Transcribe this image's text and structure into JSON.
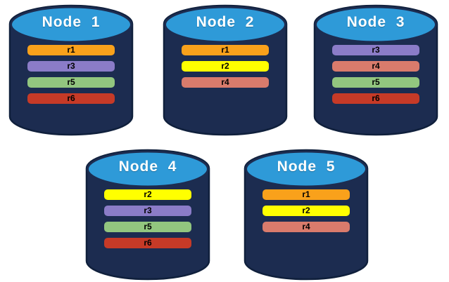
{
  "colors": {
    "background": "#FFFFFF",
    "cylinder_body": "#1C2C50",
    "cylinder_outline": "#10203C",
    "cylinder_top": "#2E9AD8",
    "node_label_text": "#FFFFFF",
    "bar_text": "#000000",
    "r1": "#F9A11B",
    "r2": "#FFFF00",
    "r3": "#8B7CC8",
    "r4": "#D97B6C",
    "r5": "#92C67F",
    "r6": "#C63A27"
  },
  "nodes": [
    {
      "label": "Node  1",
      "replicas": [
        {
          "id": "r1",
          "label": "r1"
        },
        {
          "id": "r3",
          "label": "r3"
        },
        {
          "id": "r5",
          "label": "r5"
        },
        {
          "id": "r6",
          "label": "r6"
        }
      ]
    },
    {
      "label": "Node  2",
      "replicas": [
        {
          "id": "r1",
          "label": "r1"
        },
        {
          "id": "r2",
          "label": "r2"
        },
        {
          "id": "r4",
          "label": "r4"
        }
      ]
    },
    {
      "label": "Node  3",
      "replicas": [
        {
          "id": "r3",
          "label": "r3"
        },
        {
          "id": "r4",
          "label": "r4"
        },
        {
          "id": "r5",
          "label": "r5"
        },
        {
          "id": "r6",
          "label": "r6"
        }
      ]
    },
    {
      "label": "Node  4",
      "replicas": [
        {
          "id": "r2",
          "label": "r2"
        },
        {
          "id": "r3",
          "label": "r3"
        },
        {
          "id": "r5",
          "label": "r5"
        },
        {
          "id": "r6",
          "label": "r6"
        }
      ]
    },
    {
      "label": "Node  5",
      "replicas": [
        {
          "id": "r1",
          "label": "r1"
        },
        {
          "id": "r2",
          "label": "r2"
        },
        {
          "id": "r4",
          "label": "r4"
        }
      ]
    }
  ]
}
